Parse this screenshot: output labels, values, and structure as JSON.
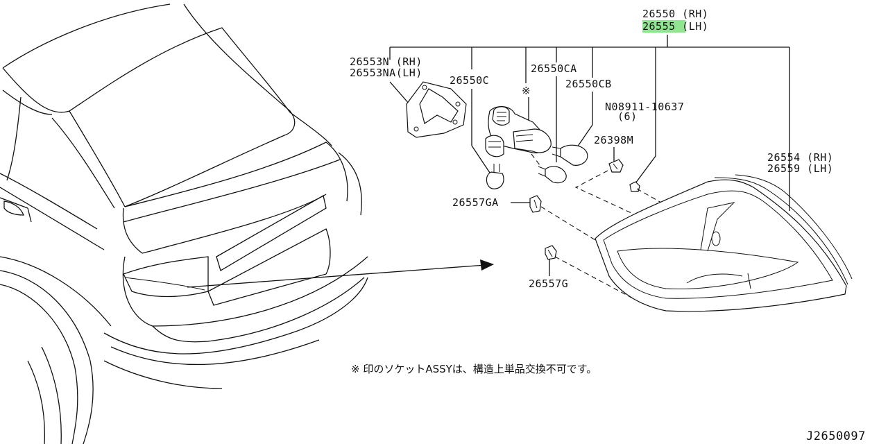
{
  "labels": {
    "tail_lamp_rh": "26550 (RH)",
    "tail_lamp_lh": "26555 (LH)",
    "gasket_rh": "26553N (RH)",
    "gasket_lh": "26553NA(LH)",
    "socket_c": "26550C",
    "socket_ca": "26550CA",
    "socket_cb": "26550CB",
    "nut": "N08911-10637",
    "nut_qty": "(6)",
    "clip_m": "26398M",
    "lens_rh": "26554 (RH)",
    "lens_lh": "26559 (LH)",
    "grommet_ga": "26557GA",
    "grommet_g": "26557G"
  },
  "socket_marker": "※",
  "note": "※ 印のソケットASSYは、構造上単品交換不可です。",
  "diagram_id": "J2650097",
  "highlight_color": "#7ee07e"
}
